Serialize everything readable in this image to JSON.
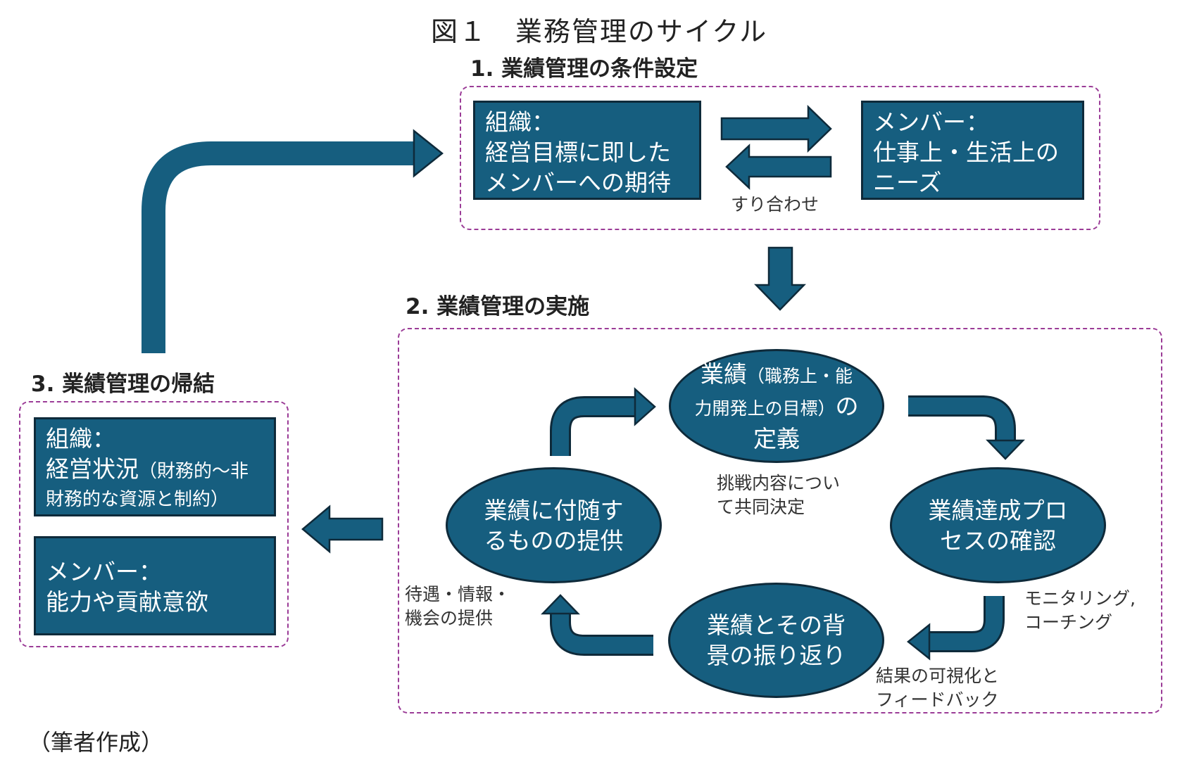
{
  "figure": {
    "title": "図１　業務管理のサイクル",
    "credit": "（筆者作成）"
  },
  "section1": {
    "title": "1. 業績管理の条件設定",
    "org_box": {
      "line1": "組織：",
      "line2": "経営目標に即した",
      "line3": "メンバーへの期待"
    },
    "member_box": {
      "line1": "メンバー：",
      "line2": "仕事上・生活上の",
      "line3": "ニーズ"
    },
    "exchange_label": "すり合わせ"
  },
  "section2": {
    "title": "2. 業績管理の実施",
    "define": {
      "main": "業績",
      "sub": "（職務上・能力開発上の目標）",
      "tail": "の定義"
    },
    "define_note": {
      "line1": "挑戦内容につい",
      "line2": "て共同決定"
    },
    "confirm": {
      "line1": "業績達成プロ",
      "line2": "セスの確認"
    },
    "confirm_note": {
      "line1": "モニタリング,",
      "line2": "コーチング"
    },
    "reflect": {
      "line1": "業績とその背",
      "line2": "景の振り返り"
    },
    "reflect_note": {
      "line1": "結果の可視化と",
      "line2": "フィードバック"
    },
    "provide": {
      "line1": "業績に付随す",
      "line2": "るものの提供"
    },
    "provide_note": {
      "line1": "待遇・情報・",
      "line2": "機会の提供"
    }
  },
  "section3": {
    "title": "3. 業績管理の帰結",
    "org_box": {
      "line1": "組織：",
      "line2a": "経営状況",
      "line2b": "（財務的〜非",
      "line3": "財務的な資源と制約）"
    },
    "member_box": {
      "line1": "メンバー：",
      "line2": "能力や貢献意欲"
    }
  },
  "colors": {
    "fill": "#165e7f",
    "outline": "#0e2a3a",
    "dashed_border": "#9b3c97"
  }
}
